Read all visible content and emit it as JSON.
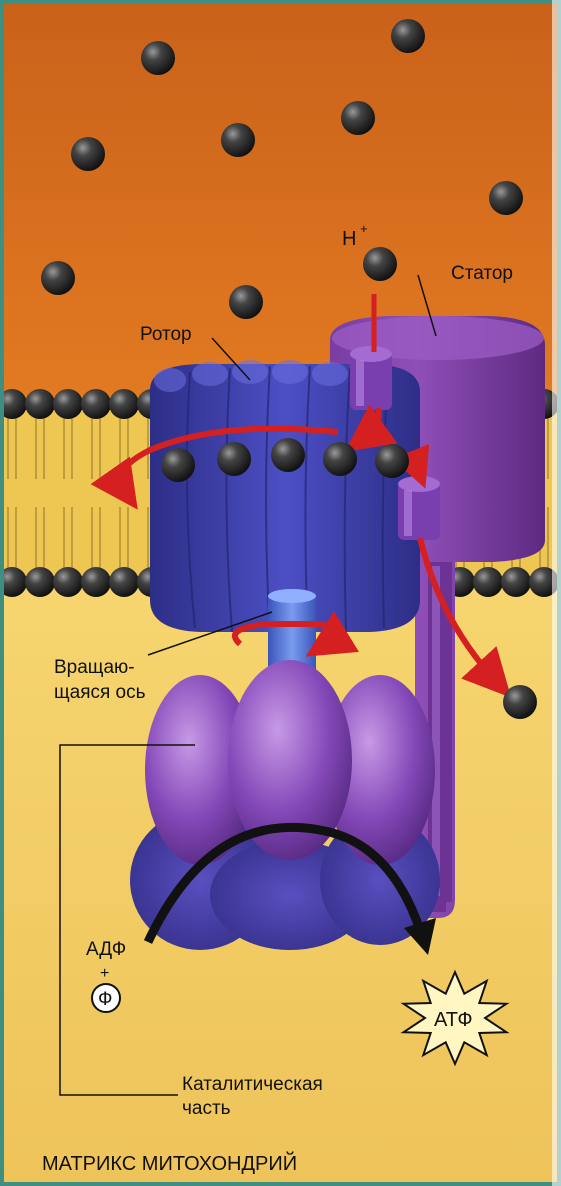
{
  "labels": {
    "proton": "H",
    "proton_charge": "+",
    "stator": "Статор",
    "rotor": "Ротор",
    "axis_line1": "Вращаю-",
    "axis_line2": "щаяся ось",
    "adp": "АДФ",
    "plus": "+",
    "phosphate": "Ф",
    "atp": "АТФ",
    "catalytic_line1": "Каталитическая",
    "catalytic_line2": "часть",
    "matrix": "МАТРИКС МИТОХОНДРИЙ"
  },
  "colors": {
    "intermembrane_space": "#d9701e",
    "matrix": "#f3cf6a",
    "membrane_core": "#e7c24a",
    "lipid_head": "#2b2b2b",
    "proton": "#262626",
    "rotor": "#3d3fa8",
    "stator": "#7a3c9e",
    "catalytic": "#7e45ad",
    "arrow": "#d42020",
    "frame": "#3e8f82"
  }
}
